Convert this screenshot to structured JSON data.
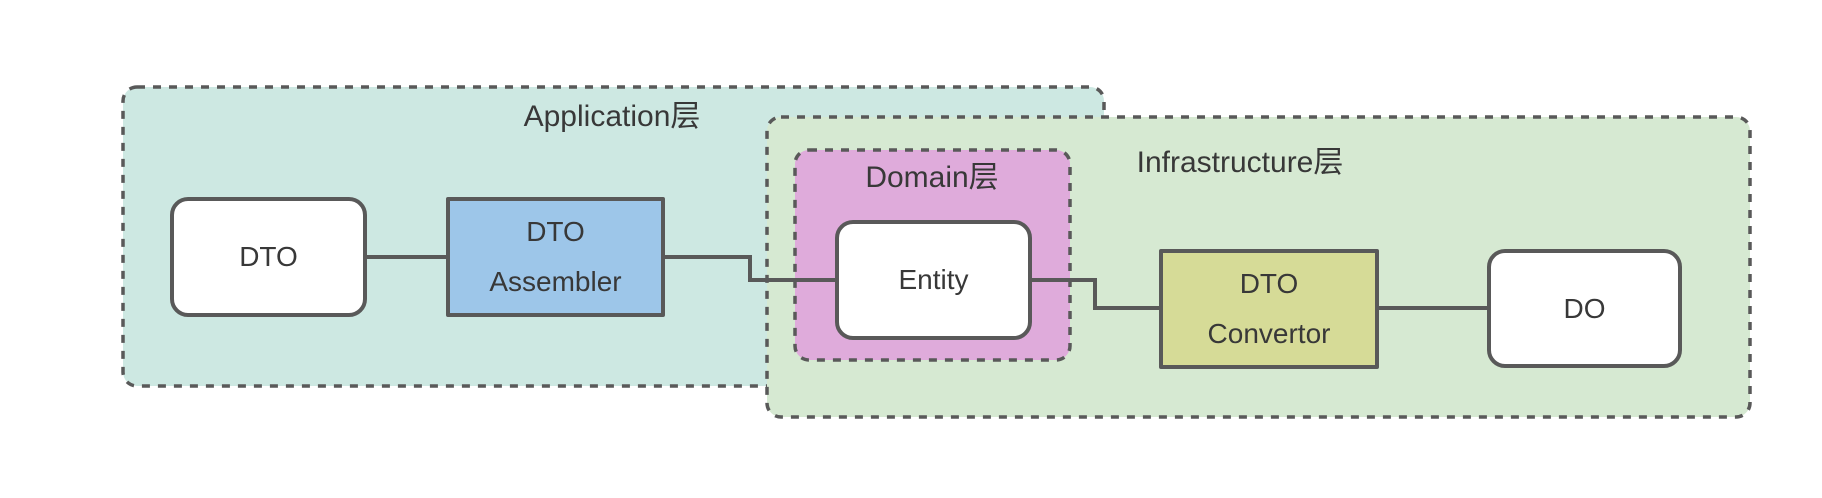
{
  "diagram": {
    "layers": {
      "application": {
        "label": "Application层"
      },
      "infrastructure": {
        "label": "Infrastructure层"
      },
      "domain": {
        "label": "Domain层"
      }
    },
    "nodes": {
      "dto": {
        "label": "DTO"
      },
      "dto_assembler": {
        "lines": [
          "DTO",
          "Assembler"
        ]
      },
      "entity": {
        "label": "Entity"
      },
      "dto_convertor": {
        "lines": [
          "DTO",
          "Convertor"
        ]
      },
      "do": {
        "label": "DO"
      }
    },
    "edges": [
      {
        "from": "DTO",
        "to": "DTO Assembler"
      },
      {
        "from": "DTO Assembler",
        "to": "Entity"
      },
      {
        "from": "Entity",
        "to": "DTO Convertor"
      },
      {
        "from": "DTO Convertor",
        "to": "DO"
      }
    ]
  },
  "colors": {
    "application_fill": "#cde8e2",
    "infrastructure_fill": "#d6e9d2",
    "domain_fill": "#dfabdb",
    "dto_assembler_fill": "#9dc6e9",
    "dto_convertor_fill": "#d6db97",
    "node_fill": "#ffffff",
    "stroke": "#595959",
    "text": "#383838",
    "background": "#ffffff"
  }
}
